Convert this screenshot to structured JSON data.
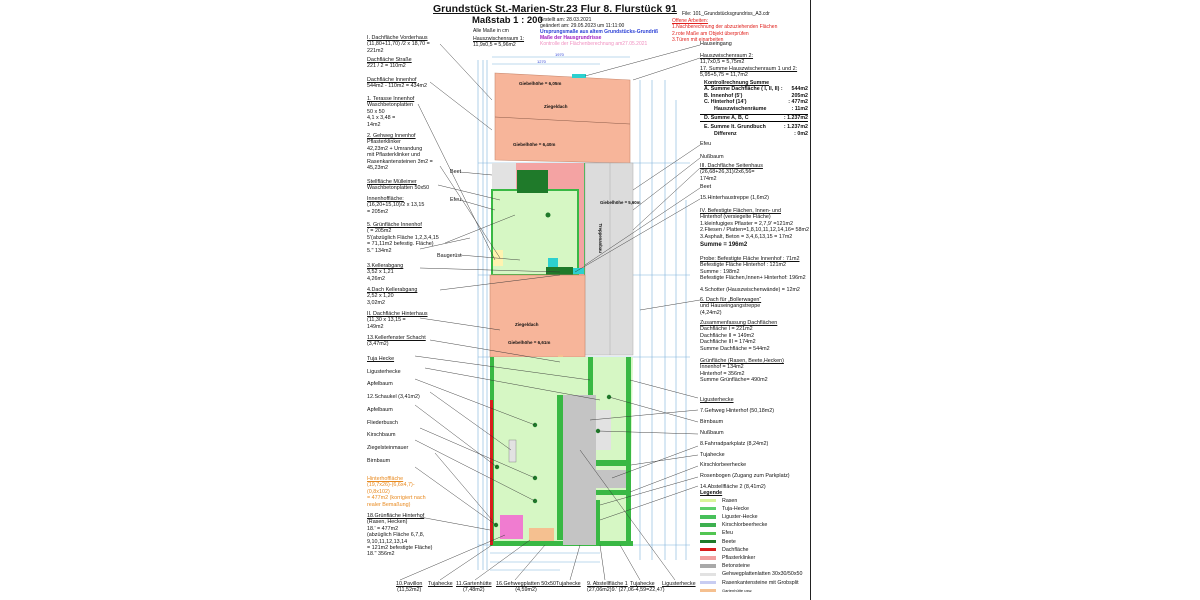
{
  "header": {
    "title": "Grundstück St.-Marien-Str.23 Flur 8. Flurstück 91",
    "scale": "Maßstab 1 : 200",
    "units": "Alle Maße in cm",
    "created": "Erstellt am:     28.03.2021",
    "modified": "geändert am: 29.05.2023 um 11:11:00",
    "legend_blue": "Ursprungsmaße aus altem Grundstücks-Grundriß",
    "legend_purple": "Maße der Hausgrundrisse",
    "legend_pink": "Kontrolle der Flächenberechnung am27.05.2021",
    "file": "File: 101_Grundstücksgrundriss_A3.cdr",
    "open_tasks": [
      "Offene Arbeiten:",
      "1.Nachberechnung der abzuziehenden Flächen",
      "2.rote Maße am Objekt überprüfen",
      "3.Türen mit einarbeiten"
    ],
    "hauszwischenraum1": [
      "Hauszwischenraum 1:",
      "11,9x0,5 = 5,96m2"
    ]
  },
  "left": {
    "b1": [
      "I. Dachfläche Vorderhaus",
      "(11,80+11,70) /2 x 18,70 =",
      "221m2"
    ],
    "b2": [
      "Dachfläche Straße",
      "221 / 2 = 110m2"
    ],
    "b3": [
      "Dachfläche Innenhof",
      "544m2 - 110m2 = 434m2"
    ],
    "b4": [
      "1. Terasse Innenhof",
      "Waschbetonplatten",
      "50 x 50",
      "4,1 x 3,48 =",
      "14m2"
    ],
    "b5": [
      "2. Gehweg Innenhof",
      "Pflasterklinker",
      "42,23m2 + Umrandung",
      "mit Pflasterklinker und",
      "Rasenkantensteinen 3m2 =",
      "45,23m2"
    ],
    "beet": "Beet",
    "b6": [
      "Stellfläche Mülleimer",
      "Waschbetonplatten 50x50"
    ],
    "b7": [
      "Innenhoffläche:",
      "(16,20+15,10)/2 x 13,15",
      "= 205m2"
    ],
    "efeu": "Efeu",
    "b8": [
      "5. Grünfläche Innenhof",
      "( = 205m2",
      "5'(abzüglich Fläche 1,2,3,4,15",
      "= 71,11m2 befestig. Fläche)",
      "5.'' 134m2"
    ],
    "baugeruest": "Baugerüst",
    "b9": [
      "3.Kellerabgang",
      "3,52 x 1,21",
      "4,26m2"
    ],
    "b10": [
      "4.Dach Kellerabgang",
      "2,52 x 1,20",
      "3,02m2"
    ],
    "b11": [
      "II. Dachfläche Hinterhaus",
      "(11,30 x 13,15 =",
      "149m2"
    ],
    "b12": [
      "13.Kellerfenster Schacht",
      "(3,47m2)"
    ],
    "items": [
      "Tuja Hecke",
      "Ligusterhecke",
      "Apfelbaum",
      "12.Schaukel (3,41m2)",
      "Apfelbaum",
      "Fliederbusch",
      "Kirschbaum",
      "Ziegelsteinmauer",
      "Birnbaum"
    ],
    "b13": [
      "Hinterhoffläche",
      "(19,7x26)-(6,6x4,7)-",
      "(0,8x102)",
      "= 477m2 (korrigiert nach",
      "realer Bemaßung)"
    ],
    "b14": [
      "18.Grünfläche Hinterhof",
      "(Rasen, Hecken)",
      "18.' = 477m2",
      "(abzüglich Fläche 6,7,8,",
      "9,10,11,12,13,14",
      "= 121m2 befestigte Fläche)",
      "18.'' 356m2"
    ]
  },
  "bottom": {
    "pavillon": [
      "10.Pavillon",
      "(11,52m2)"
    ],
    "tuja1": [
      "Tujahecke"
    ],
    "gartenhuette": [
      "11.Gartenhütte",
      "(7,48m2)"
    ],
    "gehweg": [
      "16.Gehwegplatten 50x50",
      "(4,59m2)"
    ],
    "tuja2": [
      "Tujahecke"
    ],
    "abstell": [
      "9. Abstellfläche 1",
      "(27,06m2)9.' (27,06-4,59=22,47)"
    ],
    "tuja3": [
      "Tujahecke"
    ],
    "liguster": [
      "Ligusterhecke"
    ]
  },
  "right": {
    "hauseingang": "Hauseingang",
    "r1": [
      "Hauszwischenraum 2:",
      "11,7x0,5 = 5,75m2"
    ],
    "r2": [
      "17. Summe Hauszwischenraum 1 und 2:",
      "5,95+5,75 = 11,7m2"
    ],
    "kontroll": {
      "title": "Kontrollrechnung Summe",
      "rows": [
        [
          "A. Summe Dachfläche ( I, II, II) :",
          "544m2"
        ],
        [
          "B. Innenhof (5')",
          "205m2"
        ],
        [
          "C. Hinterhof (14')",
          ": 477m2"
        ],
        [
          "Hauszwischenräume",
          ": 11m2"
        ],
        [
          "D. Summe A, B, C",
          ": 1.237m2"
        ],
        [
          "E. Summe lt. Grundbuch",
          ": 1.237m2"
        ],
        [
          "Differenz",
          ": 0m2"
        ]
      ]
    },
    "efeu": "Efeu",
    "nussbaum": "Nußbaum",
    "r3": [
      "III. Dachfläche Seitenhaus",
      "(26,68+26,31)/2x6,56=",
      "174m2"
    ],
    "beet": "Beet",
    "treppe": "15.Hinterhaustreppe (1,6m2)",
    "r4": [
      "IV. Befestigte Flächen, Innen- und",
      "Hinterhof (versiegelte Fläche)",
      "1.kleinfugiges Pflaster = 2,7,9'        =121m2",
      "2.Fliesen / Platten=1,8,10,11,12,14,16= 58m2",
      "3.Asphalt, Beton = 3,4,6,13,15           = 17m2"
    ],
    "summe": "Summe = 196m2",
    "r5": [
      "Probe: Befestigte Fläche Innenhof    : 71m2",
      "           Befestigte Fläche Hinterhof  : 121m2",
      "           Summe                          : 198m2",
      "Befestigte Flächen,Innen+ Hinterhof: 196m2"
    ],
    "schotter": "4.Schotter (Hauszwischenwände)     = 12m2",
    "r6": [
      "6. Dach für „Bollerwagen“",
      "und Hauseingangstreppe",
      "(4,24m2)"
    ],
    "r7": [
      "Zusammenfassung Dachflächen",
      "Dachfläche I   = 221m2",
      "Dachfläche II  = 149m2",
      "Dachfläche III = 174m2",
      "Summe Dachfläche = 544m2"
    ],
    "r8": [
      "Grünfläche (Rasen, Beete,Hecken)",
      "Innenhof          = 134m2",
      "Hinterhof         = 356m2",
      "Summe  Grünfläche= 490m2"
    ],
    "items": [
      "Ligusterhecke",
      "7.Gehweg Hinterhof (50,18m2)",
      "Birnbaum",
      "Nußbaum",
      "8.Fahrradparkplatz (8,24m2)",
      "Tujahecke",
      "Kirschlorbeerhecke",
      "Rosenbogen (Zugang zum Parkplatz)",
      "14.Abstellfläche 2 (8,41m2)"
    ]
  },
  "plan": {
    "ziegeldach1": "Ziegeldach",
    "giebel1": "Giebelhöhe = 6,05m",
    "giebel2": "Giebelhöhe = 6,40m",
    "giebel3": "Giebelhöhe = 5,60m",
    "treppenhaus": "Treppenanbau",
    "ziegeldach2": "Ziegeldach",
    "giebel4": "Giebelhöhe = 6,61m",
    "dim_top": "1970",
    "dim_top2": "1270"
  },
  "legend": {
    "title": "Legende",
    "items": [
      {
        "label": "Rasen",
        "color": "#d8f59a"
      },
      {
        "label": "Tuja-Hecke",
        "color": "#5ccf6a"
      },
      {
        "label": "Liguster-Hecke",
        "color": "#47c05a"
      },
      {
        "label": "Kirschlorbeerhecke",
        "color": "#3db050"
      },
      {
        "label": "Efeu",
        "color": "#52c552"
      },
      {
        "label": "Beete",
        "color": "#1f7a2a"
      },
      {
        "label": "Dachfläche",
        "color": "#d81d1d"
      },
      {
        "label": "Pflasterklinker",
        "color": "#f2a0a0"
      },
      {
        "label": "Betonsteine",
        "color": "#a9a9a9"
      },
      {
        "label": "Gehwegplattenlatten 30x30/50x50",
        "color": "#e2e2e2"
      },
      {
        "label": "Rasenkantensteine mit Grobsplit",
        "color": "#c8cdf2"
      },
      {
        "label": "Gartenhütte usw.",
        "color": "#f5c090"
      }
    ]
  },
  "colors": {
    "roof": "#f7b59a",
    "lawn": "#d6f7c4",
    "hedge": "#39b844",
    "paving": "#f2a0a0",
    "concrete": "#c9c9c9",
    "dimension": "#3a8fd0"
  }
}
